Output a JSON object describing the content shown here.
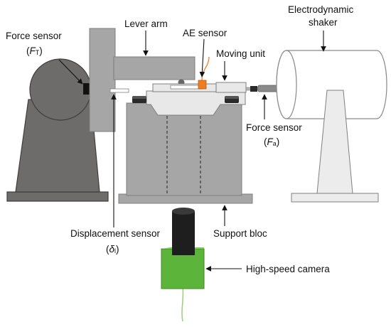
{
  "labels": {
    "force_sensor_left": "Force sensor",
    "force_sensor_left_symbol_main": "F",
    "force_sensor_left_symbol_sub": "T",
    "lever_arm": "Lever arm",
    "ae_sensor": "AE sensor",
    "moving_unit": "Moving unit",
    "shaker_line1": "Electrodynamic",
    "shaker_line2": "shaker",
    "force_sensor_right": "Force sensor",
    "force_sensor_right_symbol_main": "F",
    "force_sensor_right_symbol_sub": "a",
    "displacement_sensor": "Displacement sensor",
    "displacement_symbol_main": "δ",
    "displacement_symbol_sub": "l",
    "support_bloc": "Support bloc",
    "high_speed_camera": "High-speed camera"
  },
  "colors": {
    "dark_frame": "#6e6b6b",
    "dark_frame_stroke": "#3f3d3d",
    "lever": "#a6a6a6",
    "support": "#a6a6a6",
    "light_part": "#e8e8e8",
    "outline": "#7f7f7f",
    "camera_body": "#1e1e1e",
    "camera_box": "#5db43a",
    "ae_sensor": "#f07d22",
    "wire": "#9ad07a"
  }
}
